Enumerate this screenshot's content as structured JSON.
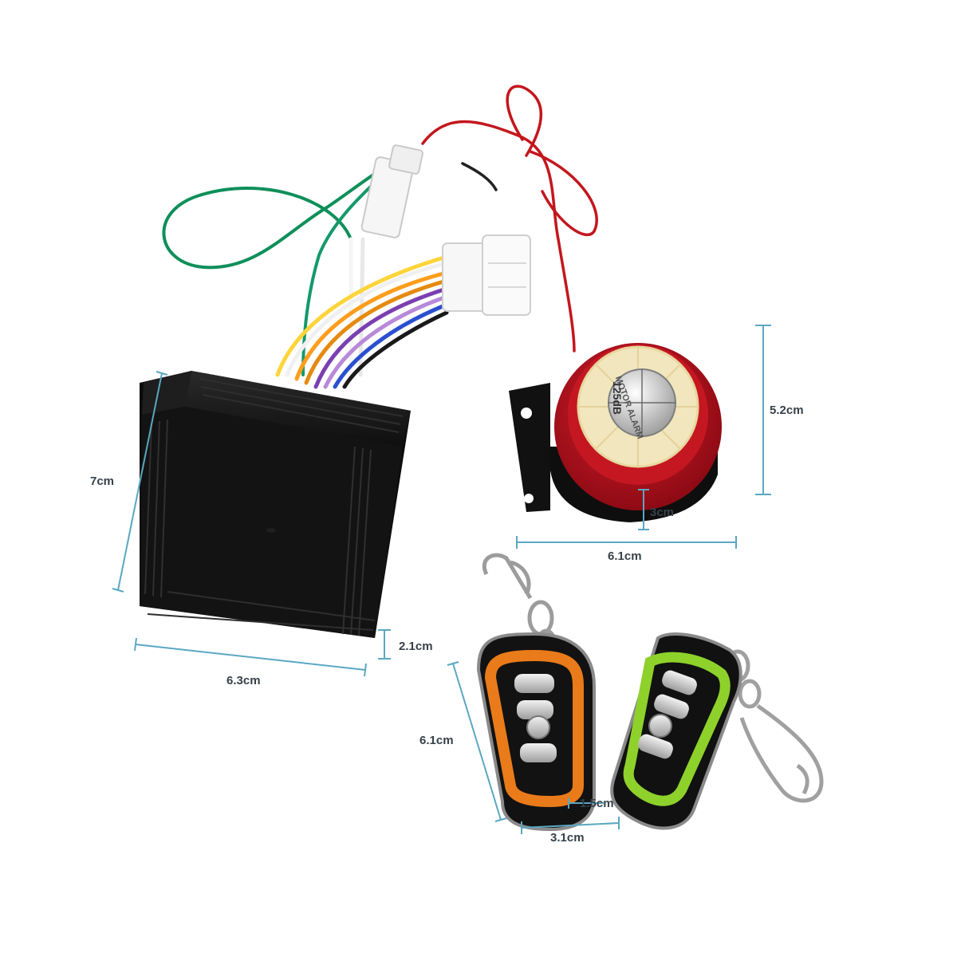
{
  "colors": {
    "dimension": "#5aa7c2",
    "dimension_text": "#37414a",
    "module": "#161616",
    "siren_red": "#b30f1c",
    "siren_cream": "#f1e6bd",
    "orange": "#e97b1a",
    "green": "#8ed12b"
  },
  "dimensions": {
    "module_height": "7cm",
    "module_width": "6.3cm",
    "module_depth": "2.1cm",
    "siren_height": "5.2cm",
    "siren_depth": "3cm",
    "siren_width": "6.1cm",
    "remote_height": "6.1cm",
    "remote_depth": "1.5cm",
    "remote_width": "3.1cm"
  },
  "siren": {
    "label_top": "MOTOR ALARM",
    "label_bottom": "125dB"
  },
  "icons": [
    "alarm-module-icon",
    "siren-icon",
    "remote-orange-icon",
    "remote-green-icon",
    "keyring-icon"
  ]
}
